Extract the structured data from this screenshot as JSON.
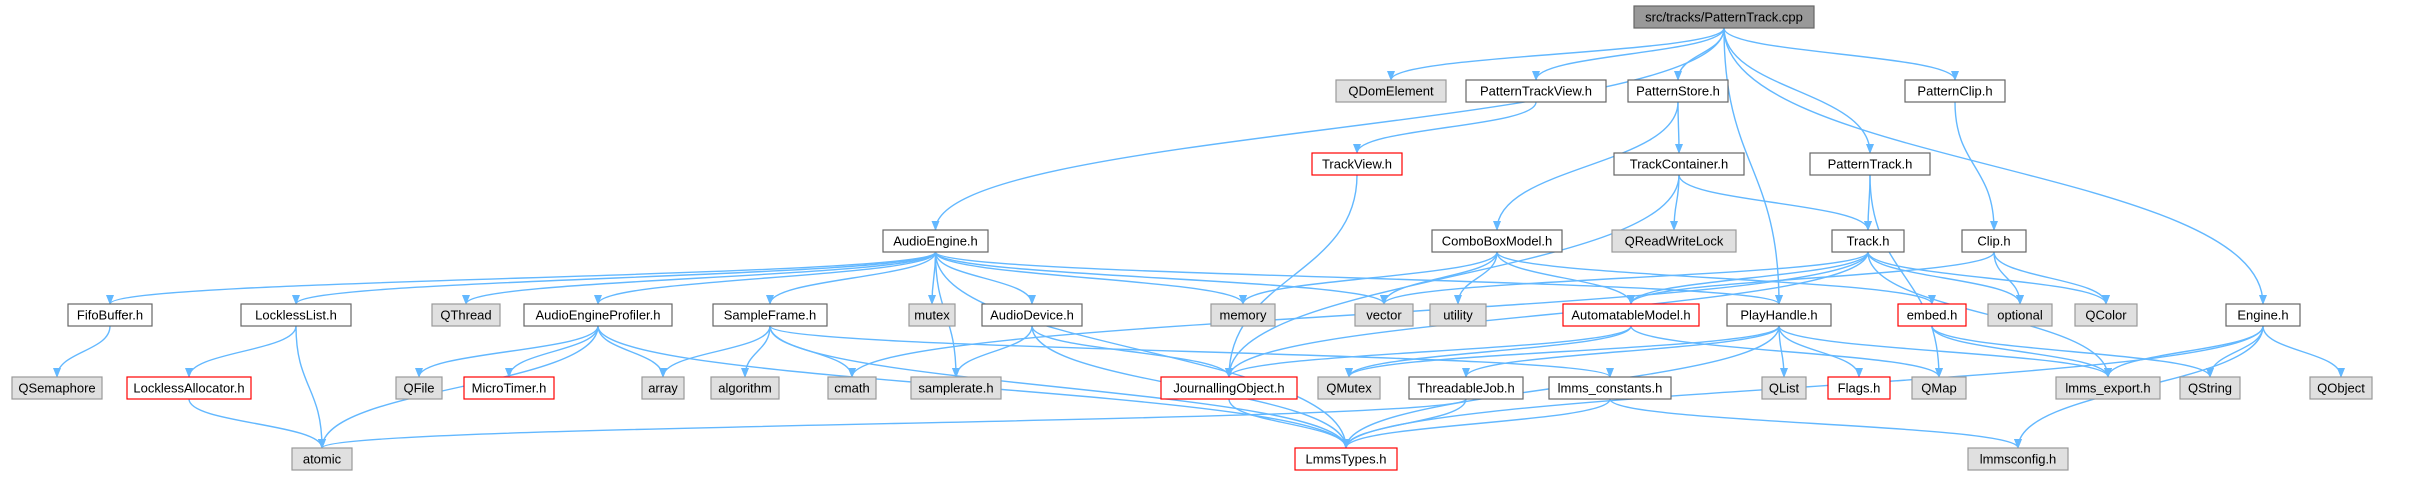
{
  "colors": {
    "edge": "#63b8ff",
    "root_fill": "#999999",
    "root_border": "#666666",
    "file_fill": "#ffffff",
    "file_border": "#666666",
    "external_fill": "#e0e0e0",
    "external_border": "#999999",
    "truncated_border": "#ff0000"
  },
  "diagram": {
    "nodes": [
      {
        "id": "root",
        "label": "src/tracks/PatternTrack.cpp",
        "kind": "root"
      },
      {
        "id": "qdom",
        "label": "QDomElement",
        "kind": "external"
      },
      {
        "id": "ptv",
        "label": "PatternTrackView.h",
        "kind": "file"
      },
      {
        "id": "pstore",
        "label": "PatternStore.h",
        "kind": "file"
      },
      {
        "id": "pclip",
        "label": "PatternClip.h",
        "kind": "file"
      },
      {
        "id": "tview",
        "label": "TrackView.h",
        "kind": "truncated"
      },
      {
        "id": "tcont",
        "label": "TrackContainer.h",
        "kind": "file"
      },
      {
        "id": "ptrack",
        "label": "PatternTrack.h",
        "kind": "file"
      },
      {
        "id": "ae",
        "label": "AudioEngine.h",
        "kind": "file"
      },
      {
        "id": "cbm",
        "label": "ComboBoxModel.h",
        "kind": "file"
      },
      {
        "id": "track",
        "label": "Track.h",
        "kind": "file"
      },
      {
        "id": "clip",
        "label": "Clip.h",
        "kind": "file"
      },
      {
        "id": "qrwl",
        "label": "QReadWriteLock",
        "kind": "external"
      },
      {
        "id": "fifo",
        "label": "FifoBuffer.h",
        "kind": "file"
      },
      {
        "id": "lockl",
        "label": "LocklessList.h",
        "kind": "file"
      },
      {
        "id": "qthread",
        "label": "QThread",
        "kind": "external"
      },
      {
        "id": "aep",
        "label": "AudioEngineProfiler.h",
        "kind": "file"
      },
      {
        "id": "sframe",
        "label": "SampleFrame.h",
        "kind": "file"
      },
      {
        "id": "mutex",
        "label": "mutex",
        "kind": "external"
      },
      {
        "id": "adev",
        "label": "AudioDevice.h",
        "kind": "file"
      },
      {
        "id": "memory",
        "label": "memory",
        "kind": "external"
      },
      {
        "id": "vector",
        "label": "vector",
        "kind": "external"
      },
      {
        "id": "utility",
        "label": "utility",
        "kind": "external"
      },
      {
        "id": "automodel",
        "label": "AutomatableModel.h",
        "kind": "truncated"
      },
      {
        "id": "playh",
        "label": "PlayHandle.h",
        "kind": "file"
      },
      {
        "id": "embed",
        "label": "embed.h",
        "kind": "truncated"
      },
      {
        "id": "optional",
        "label": "optional",
        "kind": "external"
      },
      {
        "id": "qcolor",
        "label": "QColor",
        "kind": "external"
      },
      {
        "id": "engine",
        "label": "Engine.h",
        "kind": "file"
      },
      {
        "id": "qsem",
        "label": "QSemaphore",
        "kind": "external"
      },
      {
        "id": "lalloc",
        "label": "LocklessAllocator.h",
        "kind": "truncated"
      },
      {
        "id": "qfile",
        "label": "QFile",
        "kind": "external"
      },
      {
        "id": "mtimer",
        "label": "MicroTimer.h",
        "kind": "truncated"
      },
      {
        "id": "array",
        "label": "array",
        "kind": "external"
      },
      {
        "id": "algorithm",
        "label": "algorithm",
        "kind": "external"
      },
      {
        "id": "cmath",
        "label": "cmath",
        "kind": "external"
      },
      {
        "id": "srate",
        "label": "samplerate.h",
        "kind": "external"
      },
      {
        "id": "jobj",
        "label": "JournallingObject.h",
        "kind": "truncated"
      },
      {
        "id": "qmutex",
        "label": "QMutex",
        "kind": "external"
      },
      {
        "id": "tjob",
        "label": "ThreadableJob.h",
        "kind": "file"
      },
      {
        "id": "lconst",
        "label": "lmms_constants.h",
        "kind": "file"
      },
      {
        "id": "qlist",
        "label": "QList",
        "kind": "external"
      },
      {
        "id": "flags",
        "label": "Flags.h",
        "kind": "truncated"
      },
      {
        "id": "qmap",
        "label": "QMap",
        "kind": "external"
      },
      {
        "id": "lexport",
        "label": "lmms_export.h",
        "kind": "external"
      },
      {
        "id": "qstring",
        "label": "QString",
        "kind": "external"
      },
      {
        "id": "qobject",
        "label": "QObject",
        "kind": "external"
      },
      {
        "id": "atomic",
        "label": "atomic",
        "kind": "external"
      },
      {
        "id": "ltypes",
        "label": "LmmsTypes.h",
        "kind": "truncated"
      },
      {
        "id": "lconfig",
        "label": "lmmsconfig.h",
        "kind": "external"
      }
    ],
    "edges": [
      [
        "root",
        "qdom"
      ],
      [
        "root",
        "ptv"
      ],
      [
        "root",
        "pstore"
      ],
      [
        "root",
        "pclip"
      ],
      [
        "root",
        "ptrack"
      ],
      [
        "root",
        "ae"
      ],
      [
        "root",
        "playh"
      ],
      [
        "root",
        "engine"
      ],
      [
        "ptv",
        "tview"
      ],
      [
        "tview",
        "jobj"
      ],
      [
        "pstore",
        "tcont"
      ],
      [
        "pstore",
        "cbm"
      ],
      [
        "tcont",
        "track"
      ],
      [
        "tcont",
        "qrwl"
      ],
      [
        "tcont",
        "jobj"
      ],
      [
        "ptrack",
        "track"
      ],
      [
        "ptrack",
        "qmap"
      ],
      [
        "pclip",
        "clip"
      ],
      [
        "clip",
        "qcolor"
      ],
      [
        "clip",
        "optional"
      ],
      [
        "clip",
        "automodel"
      ],
      [
        "track",
        "vector"
      ],
      [
        "track",
        "automodel"
      ],
      [
        "track",
        "optional"
      ],
      [
        "track",
        "qcolor"
      ],
      [
        "track",
        "lexport"
      ],
      [
        "track",
        "cmath"
      ],
      [
        "track",
        "jobj"
      ],
      [
        "cbm",
        "memory"
      ],
      [
        "cbm",
        "vector"
      ],
      [
        "cbm",
        "utility"
      ],
      [
        "cbm",
        "automodel"
      ],
      [
        "cbm",
        "embed"
      ],
      [
        "ae",
        "fifo"
      ],
      [
        "ae",
        "lockl"
      ],
      [
        "ae",
        "qthread"
      ],
      [
        "ae",
        "aep"
      ],
      [
        "ae",
        "sframe"
      ],
      [
        "ae",
        "mutex"
      ],
      [
        "ae",
        "adev"
      ],
      [
        "ae",
        "memory"
      ],
      [
        "ae",
        "vector"
      ],
      [
        "ae",
        "playh"
      ],
      [
        "ae",
        "srate"
      ],
      [
        "ae",
        "ltypes"
      ],
      [
        "fifo",
        "qsem"
      ],
      [
        "lockl",
        "lalloc"
      ],
      [
        "lockl",
        "atomic"
      ],
      [
        "lalloc",
        "atomic"
      ],
      [
        "aep",
        "qfile"
      ],
      [
        "aep",
        "mtimer"
      ],
      [
        "aep",
        "array"
      ],
      [
        "aep",
        "atomic"
      ],
      [
        "aep",
        "ltypes"
      ],
      [
        "sframe",
        "array"
      ],
      [
        "sframe",
        "algorithm"
      ],
      [
        "sframe",
        "cmath"
      ],
      [
        "sframe",
        "lconst"
      ],
      [
        "sframe",
        "ltypes"
      ],
      [
        "adev",
        "srate"
      ],
      [
        "adev",
        "jobj"
      ],
      [
        "adev",
        "ltypes"
      ],
      [
        "automodel",
        "jobj"
      ],
      [
        "automodel",
        "qmutex"
      ],
      [
        "automodel",
        "qmap"
      ],
      [
        "playh",
        "qlist"
      ],
      [
        "playh",
        "flags"
      ],
      [
        "playh",
        "tjob"
      ],
      [
        "playh",
        "qmutex"
      ],
      [
        "playh",
        "ltypes"
      ],
      [
        "playh",
        "lexport"
      ],
      [
        "tjob",
        "atomic"
      ],
      [
        "tjob",
        "ltypes"
      ],
      [
        "lconst",
        "ltypes"
      ],
      [
        "lconst",
        "lconfig"
      ],
      [
        "jobj",
        "ltypes"
      ],
      [
        "embed",
        "lexport"
      ],
      [
        "embed",
        "qstring"
      ],
      [
        "engine",
        "lexport"
      ],
      [
        "engine",
        "qstring"
      ],
      [
        "engine",
        "qobject"
      ],
      [
        "engine",
        "ltypes"
      ],
      [
        "engine",
        "lconfig"
      ]
    ]
  }
}
